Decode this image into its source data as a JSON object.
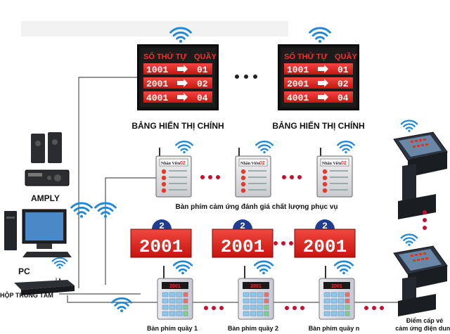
{
  "main_displays": [
    {
      "title": "BẢNG HIỂN THỊ CHÍNH",
      "header_left": "SỐ THỨ TỰ",
      "header_right": "QUẦY",
      "rows": [
        {
          "ticket": "1001",
          "counter": "01"
        },
        {
          "ticket": "2001",
          "counter": "02"
        },
        {
          "ticket": "4001",
          "counter": "04"
        }
      ]
    },
    {
      "title": "BẢNG HIỂN THỊ CHÍNH",
      "header_left": "SỐ THỨ TỰ",
      "header_right": "QUẦY",
      "rows": [
        {
          "ticket": "1001",
          "counter": "01"
        },
        {
          "ticket": "2001",
          "counter": "02"
        },
        {
          "ticket": "4001",
          "counter": "04"
        }
      ]
    }
  ],
  "evaluation_keypads": {
    "caption": "Bàn phím cảm ứng đánh giá chất lượng phục vụ",
    "screen_label": "Nhân Viên",
    "screen_value": "02"
  },
  "counter_displays": [
    {
      "badge": "2",
      "number": "2001"
    },
    {
      "badge": "2",
      "number": "2001"
    },
    {
      "badge": "2",
      "number": "2001"
    }
  ],
  "counter_keypads": [
    {
      "label": "Bàn phím quầy 1",
      "screen": "2001"
    },
    {
      "label": "Bàn phím quầy 2",
      "screen": "2001"
    },
    {
      "label": "Bàn phím quầy n",
      "screen": "2001"
    }
  ],
  "devices": {
    "amply_label": "AMPLY",
    "pc_label": "PC",
    "central_box_label": "HỘP TRUNG TÂM"
  },
  "kiosk": {
    "label_line1": "Điểm cấp vé",
    "label_line2": "cảm ứng điện dung"
  },
  "colors": {
    "wifi": "#1e88d8",
    "led_red": "#e8261d",
    "dots_red": "#c8102e",
    "line": "#555555"
  }
}
